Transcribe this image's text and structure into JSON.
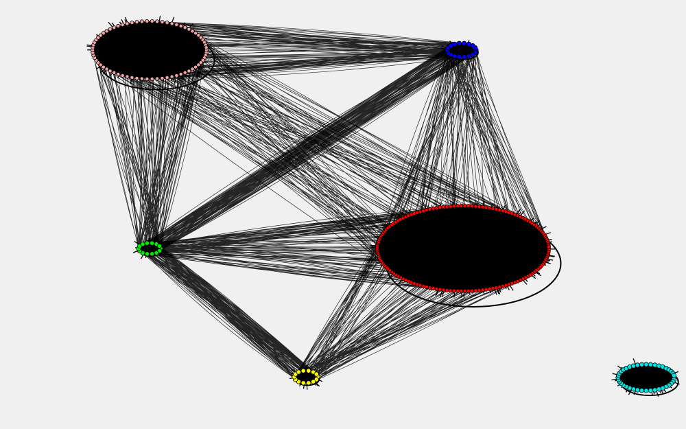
{
  "graph": {
    "background": "#f0f0f0",
    "edge_color": "#000000",
    "node_outline": "#000000",
    "clusters": [
      {
        "id": "pink",
        "color": "#f4a7a7",
        "node_count": 70
      },
      {
        "id": "blue",
        "color": "#0000ff",
        "node_count": 18
      },
      {
        "id": "green",
        "color": "#00ee00",
        "node_count": 14
      },
      {
        "id": "red",
        "color": "#ff0000",
        "node_count": 150
      },
      {
        "id": "yellow",
        "color": "#ffff00",
        "node_count": 14
      },
      {
        "id": "cyan",
        "color": "#00e5e5",
        "node_count": 40
      }
    ],
    "links": [
      {
        "from": "pink",
        "to": "blue"
      },
      {
        "from": "pink",
        "to": "green"
      },
      {
        "from": "pink",
        "to": "red"
      },
      {
        "from": "blue",
        "to": "green"
      },
      {
        "from": "blue",
        "to": "red"
      },
      {
        "from": "green",
        "to": "red"
      },
      {
        "from": "green",
        "to": "yellow"
      },
      {
        "from": "red",
        "to": "yellow"
      }
    ]
  }
}
